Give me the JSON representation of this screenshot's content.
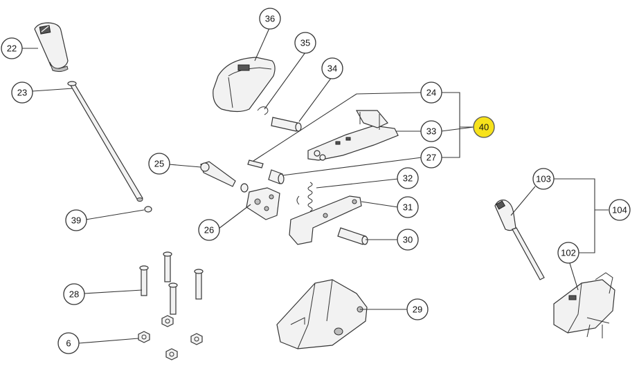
{
  "diagram": {
    "callouts": [
      {
        "id": "22",
        "label": "22",
        "highlight": false
      },
      {
        "id": "23",
        "label": "23",
        "highlight": false
      },
      {
        "id": "24",
        "label": "24",
        "highlight": false
      },
      {
        "id": "25",
        "label": "25",
        "highlight": false
      },
      {
        "id": "26",
        "label": "26",
        "highlight": false
      },
      {
        "id": "27",
        "label": "27",
        "highlight": false
      },
      {
        "id": "28",
        "label": "28",
        "highlight": false
      },
      {
        "id": "29",
        "label": "29",
        "highlight": false
      },
      {
        "id": "30",
        "label": "30",
        "highlight": false
      },
      {
        "id": "31",
        "label": "31",
        "highlight": false
      },
      {
        "id": "32",
        "label": "32",
        "highlight": false
      },
      {
        "id": "33",
        "label": "33",
        "highlight": false
      },
      {
        "id": "34",
        "label": "34",
        "highlight": false
      },
      {
        "id": "35",
        "label": "35",
        "highlight": false
      },
      {
        "id": "36",
        "label": "36",
        "highlight": false
      },
      {
        "id": "39",
        "label": "39",
        "highlight": false
      },
      {
        "id": "40",
        "label": "40",
        "highlight": true
      },
      {
        "id": "6",
        "label": "6",
        "highlight": false
      },
      {
        "id": "102",
        "label": "102",
        "highlight": false
      },
      {
        "id": "103",
        "label": "103",
        "highlight": false
      },
      {
        "id": "104",
        "label": "104",
        "highlight": false
      }
    ],
    "colors": {
      "highlight": "#f7e21b",
      "outline": "#333333",
      "part_fill": "#f2f2f2",
      "dark": "#555555"
    }
  }
}
